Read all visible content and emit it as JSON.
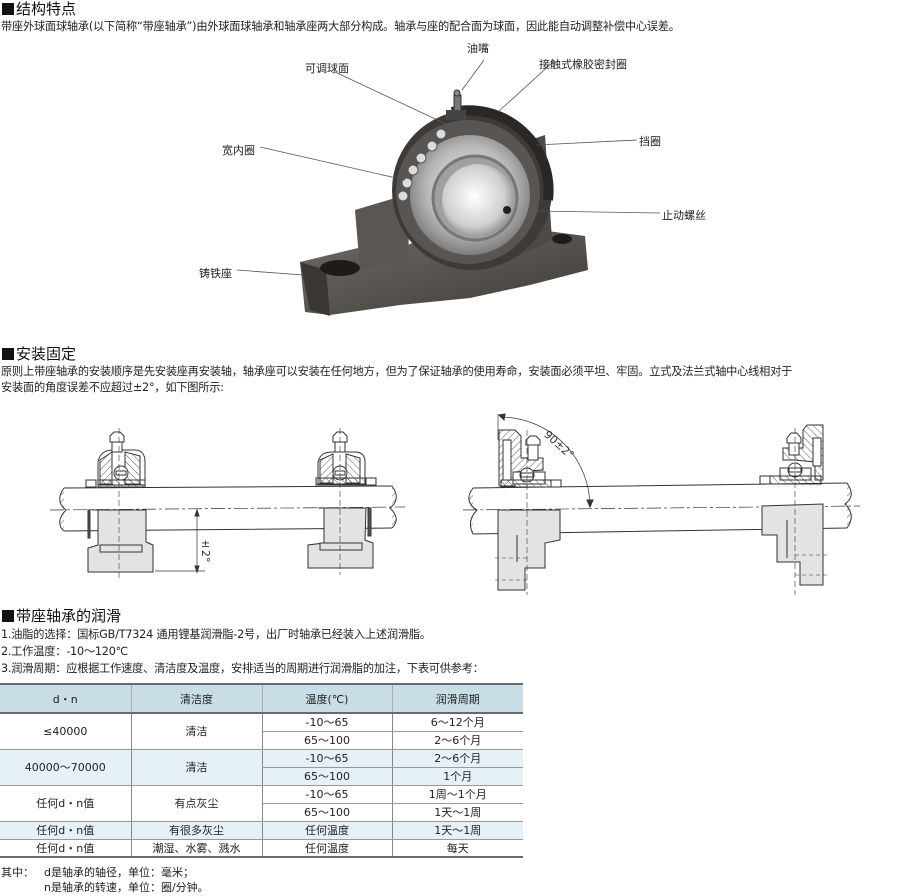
{
  "sections": {
    "structure": {
      "title": "结构特点",
      "description": "带座外球面球轴承(以下简称“带座轴承”)由外球面球轴承和轴承座两大部分构成。轴承与座的配合面为球面，因此能自动调整补偿中心误差。",
      "callouts": {
        "oil_nipple": "油嘴",
        "adjustable_sphere": "可调球面",
        "rubber_seal": "接触式橡胶密封圈",
        "retaining_ring": "挡圈",
        "wide_inner_ring": "宽内圈",
        "set_screw": "止动螺丝",
        "cast_iron_housing": "铸铁座"
      }
    },
    "installation": {
      "title": "安装固定",
      "description_line1": "原则上带座轴承的安装顺序是先安装座再安装轴，轴承座可以安装在任何地方，但为了保证轴承的使用寿命，安装面必须平坦、牢固。立式及法兰式轴中心线相对于",
      "description_line2": "安装面的角度误差不应超过±2°，如下图所示:",
      "diagram_left_label": "±2°",
      "diagram_right_label": "90±2°"
    },
    "lubrication": {
      "title": "带座轴承的润滑",
      "items": [
        "1.油脂的选择：国标GB/T7324 通用锂基润滑脂-2号，出厂时轴承已经装入上述润滑脂。",
        "2.工作温度：-10～120℃",
        "3.润滑周期：应根据工作速度、清洁度及温度，安排适当的周期进行润滑脂的加注，下表可供参考："
      ],
      "table": {
        "headers": [
          "d・n",
          "清洁度",
          "温度(℃)",
          "润滑周期"
        ],
        "groups": [
          {
            "dn": "≤40000",
            "cleanliness": "清洁",
            "rows": [
              {
                "temp": "-10～65",
                "period": "6～12个月"
              },
              {
                "temp": "65～100",
                "period": "2～6个月"
              }
            ]
          },
          {
            "dn": "40000～70000",
            "cleanliness": "清洁",
            "rows": [
              {
                "temp": "-10～65",
                "period": "2～6个月"
              },
              {
                "temp": "65～100",
                "period": "1个月"
              }
            ]
          },
          {
            "dn": "任何d・n值",
            "cleanliness": "有点灰尘",
            "rows": [
              {
                "temp": "-10～65",
                "period": "1周～1个月"
              },
              {
                "temp": "65～100",
                "period": "1天～1周"
              }
            ]
          },
          {
            "dn": "任何d・n值",
            "cleanliness": "有很多灰尘",
            "rows": [
              {
                "temp": "任何温度",
                "period": "1天～1周"
              }
            ]
          },
          {
            "dn": "任何d・n值",
            "cleanliness": "潮湿、水雾、溅水",
            "rows": [
              {
                "temp": "任何温度",
                "period": "每天"
              }
            ]
          }
        ]
      },
      "notes": {
        "prefix": "其中：",
        "line1": "d是轴承的轴径，单位：毫米；",
        "line2": "n是轴承的转速，单位：圈/分钟。"
      }
    }
  },
  "colors": {
    "table_header_bg": "#c9dde6",
    "table_alt_row_bg": "#e6f1f7",
    "housing_fill": "#e3e3e3",
    "line": "#333333"
  }
}
